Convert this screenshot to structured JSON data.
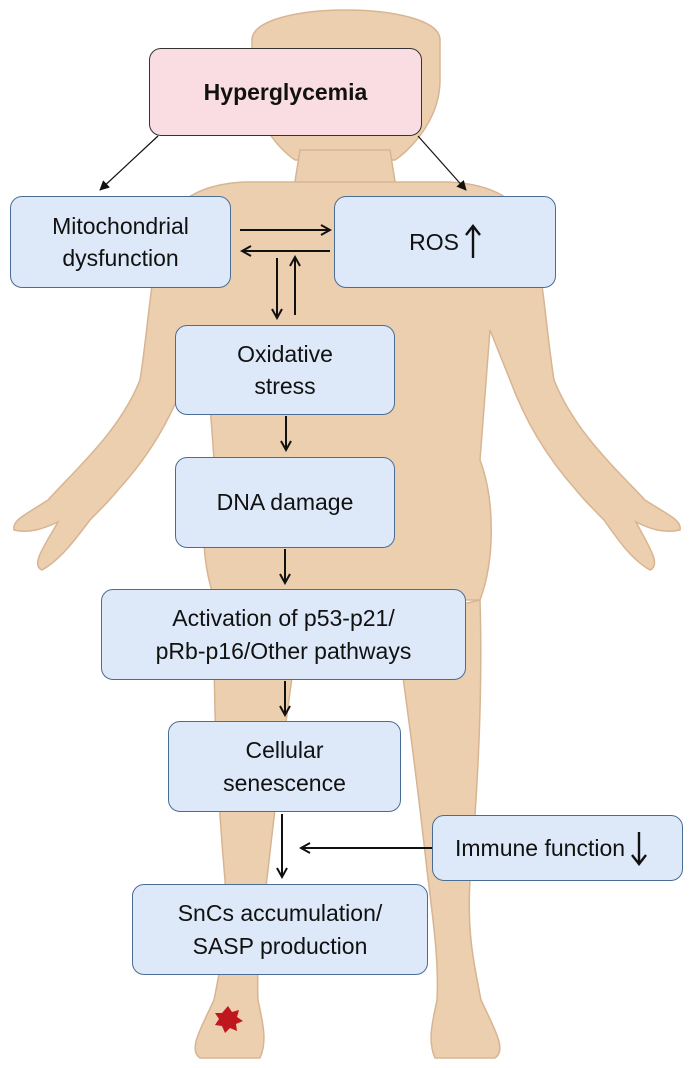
{
  "nodes": {
    "hyperglycemia": "Hyperglycemia",
    "mitochondrial": "Mitochondrial\ndysfunction",
    "ros": "ROS",
    "oxidative": "Oxidative\nstress",
    "dna": "DNA damage",
    "activation": "Activation of p53-p21/\npRb-p16/Other pathways",
    "cellular": "Cellular\nsenescence",
    "immune": "Immune function",
    "sncs": "SnCs accumulation/\nSASP production"
  },
  "colors": {
    "top_fill": "#fadde3",
    "box_fill": "#dde9f8",
    "box_border": "#4a6d96",
    "skin": "#eccfae",
    "wound": "#c0161e"
  },
  "icons": {
    "ros_indicator": "up-arrow-icon",
    "immune_indicator": "down-arrow-icon",
    "background": "human-body-silhouette",
    "wound": "foot-wound-icon"
  }
}
